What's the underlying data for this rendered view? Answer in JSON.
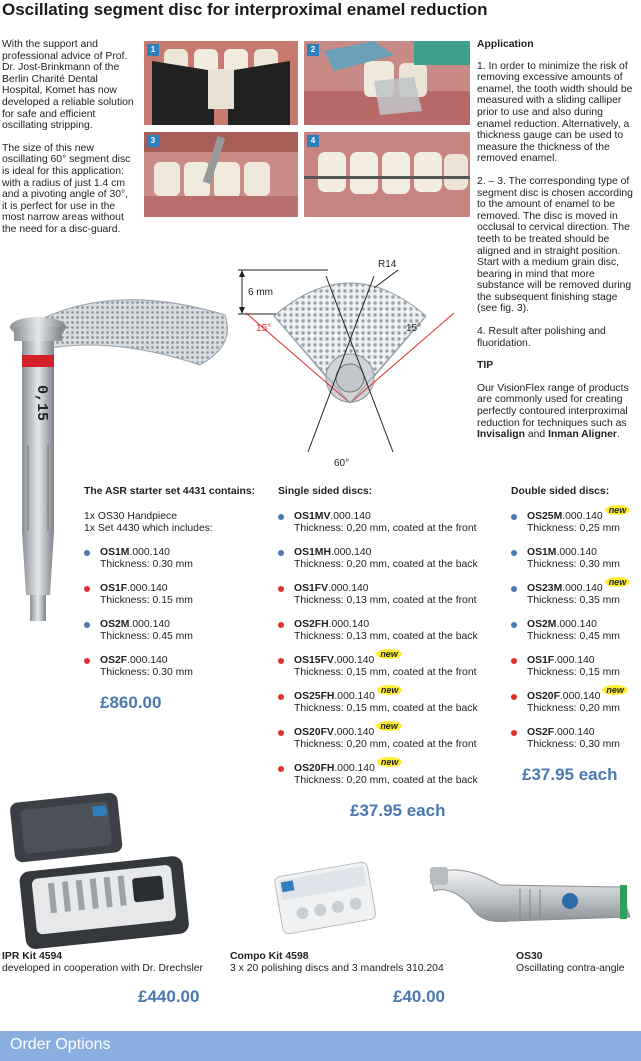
{
  "title": "Oscillating segment disc for interproximal enamel reduction",
  "intro": {
    "p1": "With the support and professional advice of Prof. Dr. Jost-Brinkmann of the Berlin Charité Dental Hospital, Komet has now developed a reliable solution for safe and efficient oscillating stripping.",
    "p2": "The size of this new oscillating 60° segment disc is ideal for this application: with a radius of just 1.4 cm and a pivoting angle of 30°, it is perfect for use in the most narrow areas without the need for a disc-guard."
  },
  "photos": [
    "1",
    "2",
    "3",
    "4"
  ],
  "application": {
    "heading": "Application",
    "p1": "1. In order to minimize the risk of removing excessive amounts of enamel, the tooth width should be measured with a sliding calliper prior to use and also during enamel reduction. Alternatively, a thickness gauge can be used to measure the thickness of the removed enamel.",
    "p2": "2. – 3. The corresponding type of segment disc is chosen according to the amount of enamel to be removed. The disc is moved in occlusal to cervical direction. The teeth to be treated should be aligned and in straight position. Start with a medium grain disc, bearing in mind that more substance will be removed during the subsequent finishing stage (see fig. 3).",
    "p3": "4. Result after polishing and fluoridation.",
    "tip_heading": "TIP",
    "tip_pre": "Our VisionFlex range of products are commonly used for creating perfectly contoured interproximal reduction for techniques such as ",
    "tip_b1": "Invisalign",
    "tip_mid": " and ",
    "tip_b2": "Inman Aligner",
    "tip_end": "."
  },
  "diagram": {
    "r14": "R14",
    "six_mm": "6 mm",
    "angle_left": "15°",
    "angle_right": "15°",
    "angle_bottom": "60°"
  },
  "handpiece_label": "0,15",
  "starter": {
    "heading": "The ASR starter set 4431 contains:",
    "line1": "1x OS30 Handpiece",
    "line2": "1x Set 4430 which includes:",
    "items": [
      {
        "code": "OS1M",
        "suffix": ".000.140",
        "detail": "Thickness: 0.30 mm",
        "color": "#4a78b0"
      },
      {
        "code": "OS1F",
        "suffix": ".000.140",
        "detail": "Thickness: 0.15 mm",
        "color": "#e03030"
      },
      {
        "code": "OS2M",
        "suffix": ".000.140",
        "detail": "Thickness: 0.45 mm",
        "color": "#4a78b0"
      },
      {
        "code": "OS2F",
        "suffix": ".000.140",
        "detail": "Thickness: 0.30 mm",
        "color": "#e03030"
      }
    ],
    "price": "£860.00"
  },
  "single": {
    "heading": "Single sided discs:",
    "items": [
      {
        "code": "OS1MV",
        "suffix": ".000.140",
        "detail": "Thickness: 0,20 mm, coated at the front",
        "color": "#4a78b0",
        "isnew": false
      },
      {
        "code": "OS1MH",
        "suffix": ".000.140",
        "detail": "Thickness: 0,20 mm, coated at the back",
        "color": "#4a78b0",
        "isnew": false
      },
      {
        "code": "OS1FV",
        "suffix": ".000.140",
        "detail": "Thickness: 0,13 mm, coated at the front",
        "color": "#e03030",
        "isnew": false
      },
      {
        "code": "OS2FH",
        "suffix": ".000.140",
        "detail": "Thickness: 0,13 mm, coated at the back",
        "color": "#e03030",
        "isnew": false
      },
      {
        "code": "OS15FV",
        "suffix": ".000.140",
        "detail": "Thickness: 0,15 mm, coated at the front",
        "color": "#e03030",
        "isnew": true
      },
      {
        "code": "OS25FH",
        "suffix": ".000.140",
        "detail": "Thickness: 0,15 mm, coated at the back",
        "color": "#e03030",
        "isnew": true
      },
      {
        "code": "OS20FV",
        "suffix": ".000.140",
        "detail": "Thickness: 0,20 mm, coated at the front",
        "color": "#e03030",
        "isnew": true
      },
      {
        "code": "OS20FH",
        "suffix": ".000.140",
        "detail": "Thickness: 0,20 mm, coated at the back",
        "color": "#e03030",
        "isnew": true
      }
    ],
    "price": "£37.95 each"
  },
  "double": {
    "heading": "Double sided discs:",
    "items": [
      {
        "code": "OS25M",
        "suffix": ".000.140",
        "detail": "Thickness: 0,25 mm",
        "color": "#4a78b0",
        "isnew": true
      },
      {
        "code": "OS1M",
        "suffix": ".000.140",
        "detail": "Thickness: 0,30 mm",
        "color": "#4a78b0",
        "isnew": false
      },
      {
        "code": "OS23M",
        "suffix": ".000.140",
        "detail": "Thickness: 0,35 mm",
        "color": "#4a78b0",
        "isnew": true
      },
      {
        "code": "OS2M",
        "suffix": ".000.140",
        "detail": "Thickness: 0,45 mm",
        "color": "#4a78b0",
        "isnew": false
      },
      {
        "code": "OS1F",
        "suffix": ".000.140",
        "detail": "Thickness: 0,15 mm",
        "color": "#e03030",
        "isnew": false
      },
      {
        "code": "OS20F",
        "suffix": ".000.140",
        "detail": "Thickness: 0,20 mm",
        "color": "#e03030",
        "isnew": true
      },
      {
        "code": "OS2F",
        "suffix": ".000.140",
        "detail": "Thickness: 0,30 mm",
        "color": "#e03030",
        "isnew": false
      }
    ],
    "price": "£37.95 each"
  },
  "new_label": "new",
  "products": [
    {
      "name": "IPR Kit 4594",
      "desc": "developed in cooperation with Dr. Drechsler",
      "price": "£440.00"
    },
    {
      "name": "Compo Kit 4598",
      "desc": "3 x 20 polishing discs and 3 mandrels 310.204",
      "price": "£40.00"
    },
    {
      "name": "OS30",
      "desc": "Oscillating contra-angle",
      "price": ""
    }
  ],
  "order_options": "Order Options"
}
